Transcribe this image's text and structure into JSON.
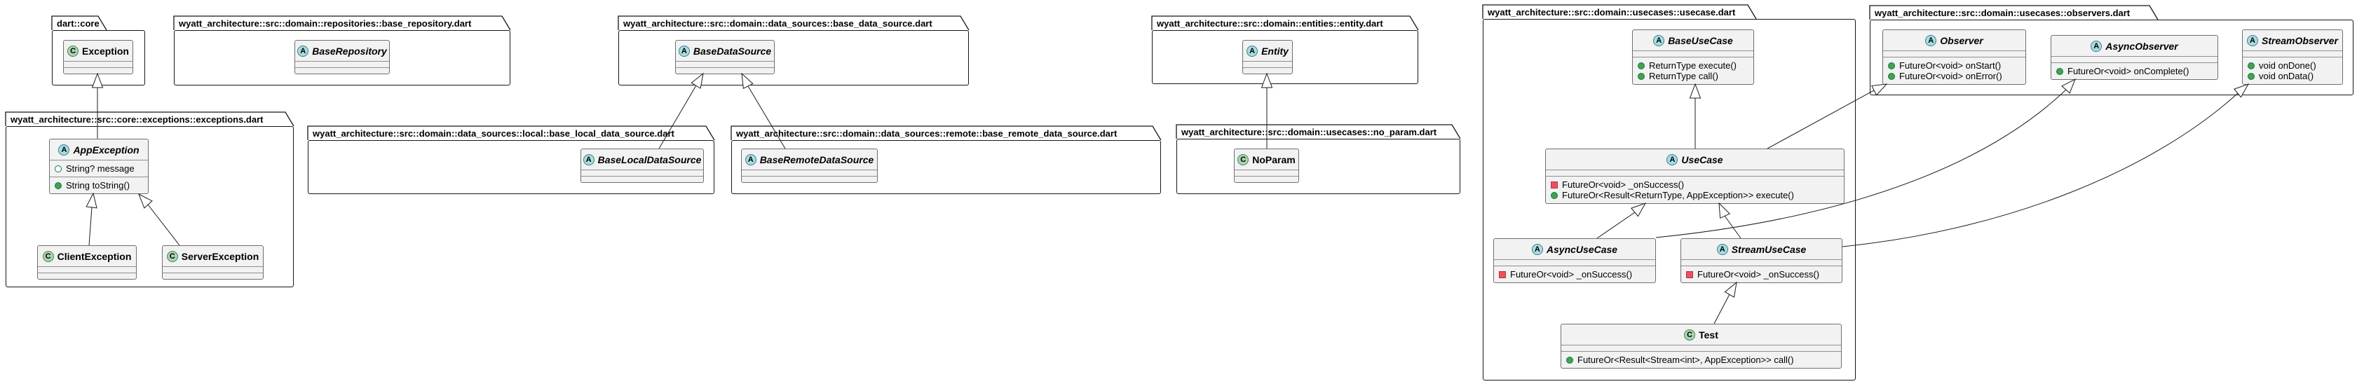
{
  "diagram": {
    "type": "uml-class-diagram",
    "background": "#ffffff"
  },
  "colors": {
    "abstract_icon_bg": "#A9DCDF",
    "abstract_icon_border": "#3A7E8F",
    "class_icon_bg": "#ADD1B2",
    "class_icon_border": "#38914F",
    "public_member_icon": "#4D9E4D",
    "member_icon_border": "#038048",
    "private_member_icon": "#F24D5C",
    "class_box_bg": "#F2F2F2",
    "class_box_border": "#6F6F6F",
    "package_border": "#161616",
    "text": "#000000"
  },
  "packages": [
    {
      "id": "dart_core",
      "title": "dart::core"
    },
    {
      "id": "base_repository",
      "title": "wyatt_architecture::src::domain::repositories::base_repository.dart"
    },
    {
      "id": "base_data_source",
      "title": "wyatt_architecture::src::domain::data_sources::base_data_source.dart"
    },
    {
      "id": "entity",
      "title": "wyatt_architecture::src::domain::entities::entity.dart"
    },
    {
      "id": "exceptions",
      "title": "wyatt_architecture::src::core::exceptions::exceptions.dart"
    },
    {
      "id": "local",
      "title": "wyatt_architecture::src::domain::data_sources::local::base_local_data_source.dart"
    },
    {
      "id": "remote",
      "title": "wyatt_architecture::src::domain::data_sources::remote::base_remote_data_source.dart"
    },
    {
      "id": "no_param",
      "title": "wyatt_architecture::src::domain::usecases::no_param.dart"
    },
    {
      "id": "usecase",
      "title": "wyatt_architecture::src::domain::usecases::usecase.dart"
    },
    {
      "id": "observers",
      "title": "wyatt_architecture::src::domain::usecases::observers.dart"
    }
  ],
  "classes": [
    {
      "id": "Exception",
      "package": "dart_core",
      "kind": "class",
      "stereotype": "C",
      "name": "Exception",
      "fields": [],
      "methods": []
    },
    {
      "id": "BaseRepository",
      "package": "base_repository",
      "kind": "abstract",
      "stereotype": "A",
      "name": "BaseRepository",
      "fields": [],
      "methods": []
    },
    {
      "id": "BaseDataSource",
      "package": "base_data_source",
      "kind": "abstract",
      "stereotype": "A",
      "name": "BaseDataSource",
      "fields": [],
      "methods": []
    },
    {
      "id": "Entity",
      "package": "entity",
      "kind": "abstract",
      "stereotype": "A",
      "name": "Entity",
      "fields": [],
      "methods": []
    },
    {
      "id": "AppException",
      "package": "exceptions",
      "kind": "abstract",
      "stereotype": "A",
      "name": "AppException",
      "fields": [
        {
          "icon": "field-public",
          "text": "String? message"
        }
      ],
      "methods": [
        {
          "icon": "method-public",
          "text": "String toString()"
        }
      ]
    },
    {
      "id": "ClientException",
      "package": "exceptions",
      "kind": "class",
      "stereotype": "C",
      "name": "ClientException",
      "fields": [],
      "methods": []
    },
    {
      "id": "ServerException",
      "package": "exceptions",
      "kind": "class",
      "stereotype": "C",
      "name": "ServerException",
      "fields": [],
      "methods": []
    },
    {
      "id": "BaseLocalDataSource",
      "package": "local",
      "kind": "abstract",
      "stereotype": "A",
      "name": "BaseLocalDataSource",
      "fields": [],
      "methods": []
    },
    {
      "id": "BaseRemoteDataSource",
      "package": "remote",
      "kind": "abstract",
      "stereotype": "A",
      "name": "BaseRemoteDataSource",
      "fields": [],
      "methods": []
    },
    {
      "id": "NoParam",
      "package": "no_param",
      "kind": "class",
      "stereotype": "C",
      "name": "NoParam",
      "fields": [],
      "methods": []
    },
    {
      "id": "BaseUseCase",
      "package": "usecase",
      "kind": "abstract",
      "stereotype": "A",
      "name": "BaseUseCase",
      "fields": [],
      "methods": [
        {
          "icon": "method-public",
          "text": "ReturnType execute()"
        },
        {
          "icon": "method-public",
          "text": "ReturnType call()"
        }
      ]
    },
    {
      "id": "UseCase",
      "package": "usecase",
      "kind": "abstract",
      "stereotype": "A",
      "name": "UseCase",
      "fields": [],
      "methods": [
        {
          "icon": "method-private",
          "text": "FutureOr<void> _onSuccess()"
        },
        {
          "icon": "method-public",
          "text": "FutureOr<Result<ReturnType, AppException>> execute()"
        }
      ]
    },
    {
      "id": "AsyncUseCase",
      "package": "usecase",
      "kind": "abstract",
      "stereotype": "A",
      "name": "AsyncUseCase",
      "fields": [],
      "methods": [
        {
          "icon": "method-private",
          "text": "FutureOr<void> _onSuccess()"
        }
      ]
    },
    {
      "id": "StreamUseCase",
      "package": "usecase",
      "kind": "abstract",
      "stereotype": "A",
      "name": "StreamUseCase",
      "fields": [],
      "methods": [
        {
          "icon": "method-private",
          "text": "FutureOr<void> _onSuccess()"
        }
      ]
    },
    {
      "id": "Test",
      "package": "usecase",
      "kind": "class",
      "stereotype": "C",
      "name": "Test",
      "fields": [],
      "methods": [
        {
          "icon": "method-public",
          "text": "FutureOr<Result<Stream<int>, AppException>> call()"
        }
      ]
    },
    {
      "id": "Observer",
      "package": "observers",
      "kind": "abstract",
      "stereotype": "A",
      "name": "Observer",
      "fields": [],
      "methods": [
        {
          "icon": "method-public",
          "text": "FutureOr<void> onStart()"
        },
        {
          "icon": "method-public",
          "text": "FutureOr<void> onError()"
        }
      ]
    },
    {
      "id": "AsyncObserver",
      "package": "observers",
      "kind": "abstract",
      "stereotype": "A",
      "name": "AsyncObserver",
      "fields": [],
      "methods": [
        {
          "icon": "method-public",
          "text": "FutureOr<void> onComplete()"
        }
      ]
    },
    {
      "id": "StreamObserver",
      "package": "observers",
      "kind": "abstract",
      "stereotype": "A",
      "name": "StreamObserver",
      "fields": [],
      "methods": [
        {
          "icon": "method-public",
          "text": "void onDone()"
        },
        {
          "icon": "method-public",
          "text": "void onData()"
        }
      ]
    }
  ],
  "relations": [
    {
      "from": "AppException",
      "to": "Exception",
      "type": "extends"
    },
    {
      "from": "ClientException",
      "to": "AppException",
      "type": "extends"
    },
    {
      "from": "ServerException",
      "to": "AppException",
      "type": "extends"
    },
    {
      "from": "BaseLocalDataSource",
      "to": "BaseDataSource",
      "type": "extends"
    },
    {
      "from": "BaseRemoteDataSource",
      "to": "BaseDataSource",
      "type": "extends"
    },
    {
      "from": "NoParam",
      "to": "Entity",
      "type": "extends"
    },
    {
      "from": "UseCase",
      "to": "BaseUseCase",
      "type": "extends"
    },
    {
      "from": "AsyncUseCase",
      "to": "UseCase",
      "type": "extends"
    },
    {
      "from": "StreamUseCase",
      "to": "UseCase",
      "type": "extends"
    },
    {
      "from": "Test",
      "to": "StreamUseCase",
      "type": "extends"
    },
    {
      "from": "UseCase",
      "to": "Observer",
      "type": "implements"
    },
    {
      "from": "AsyncUseCase",
      "to": "AsyncObserver",
      "type": "implements"
    },
    {
      "from": "StreamUseCase",
      "to": "StreamObserver",
      "type": "implements"
    }
  ]
}
